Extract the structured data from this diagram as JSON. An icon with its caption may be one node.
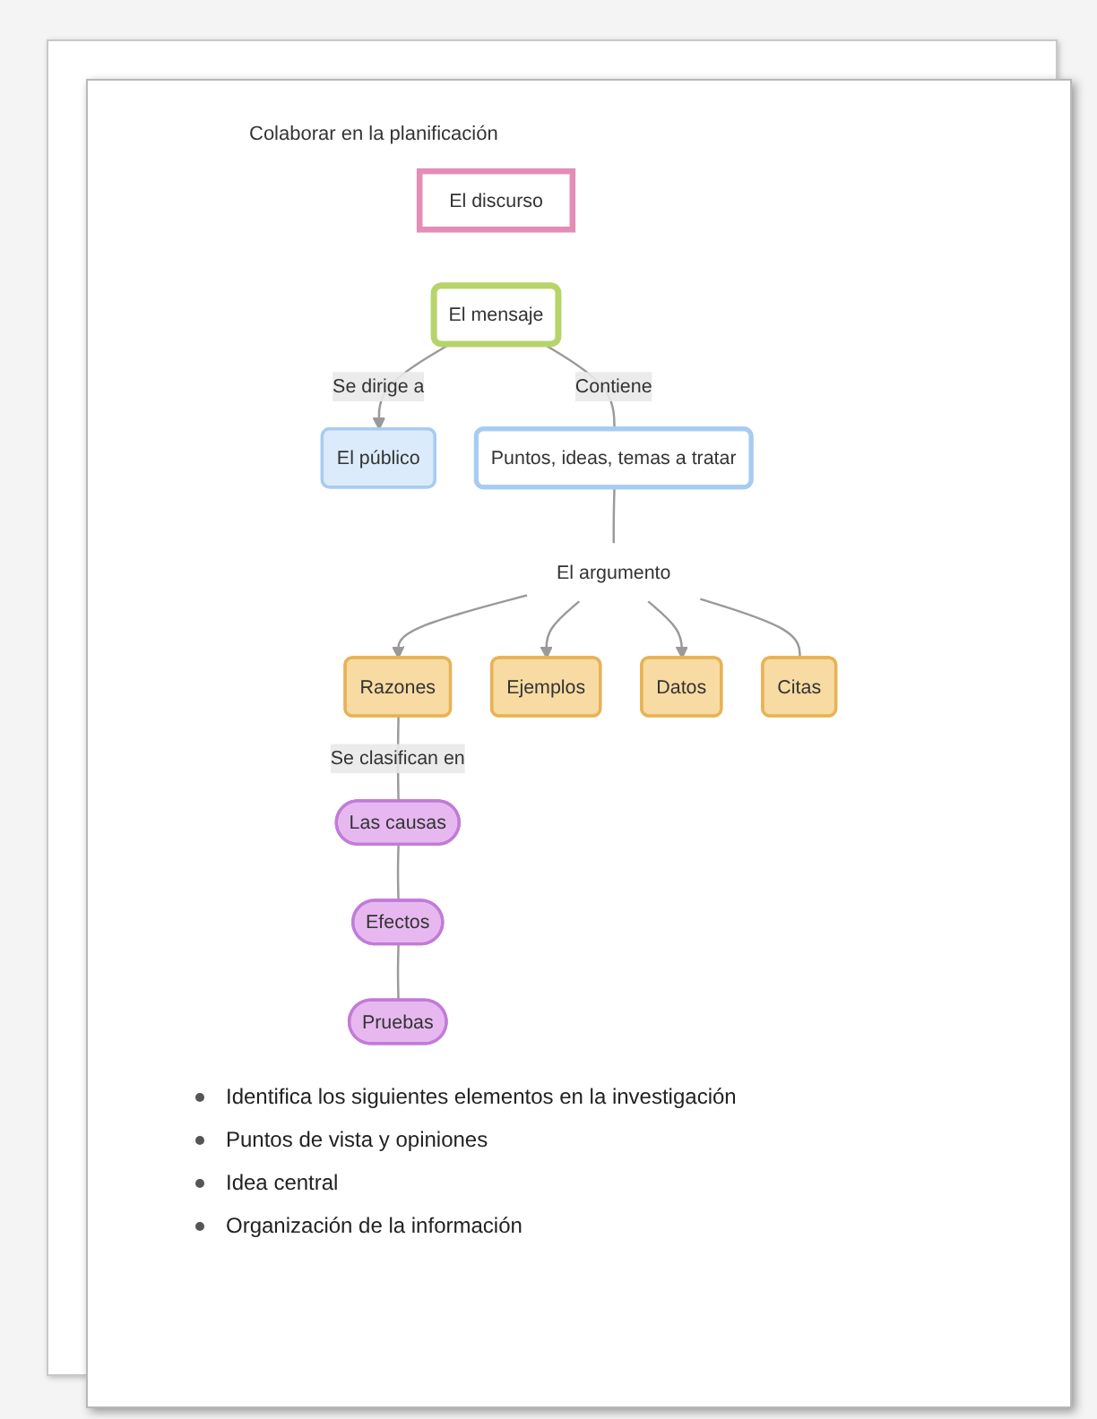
{
  "diagram": {
    "title": "Colaborar en la planificación",
    "nodes": [
      {
        "text": [
          "El discurso"
        ]
      },
      {
        "text": [
          "El mensaje"
        ]
      },
      {
        "text": [
          "El público"
        ]
      },
      {
        "text": [
          "Puntos, ideas, temas a tratar"
        ]
      },
      {
        "text": [
          "El argumento"
        ]
      },
      {
        "text": [
          "Razones"
        ]
      },
      {
        "text": [
          "Las causas"
        ]
      },
      {
        "text": [
          "Efectos"
        ]
      },
      {
        "text": [
          "Pruebas"
        ]
      },
      {
        "text": [
          "Ejemplos"
        ]
      },
      {
        "text": [
          "Datos"
        ]
      },
      {
        "text": [
          "Citas"
        ]
      }
    ],
    "edges": [
      {
        "from": 1,
        "to": 2,
        "arrow": "to",
        "label": "Se dirige a"
      },
      {
        "from": 1,
        "to": 3,
        "arrow": "none",
        "label": "Contiene"
      },
      {
        "from": 3,
        "to": 4,
        "arrow": "none"
      },
      {
        "from": 4,
        "to": 5,
        "arrow": "to"
      },
      {
        "from": 5,
        "to": 6,
        "arrow": "none",
        "label": "Se clasifican en"
      },
      {
        "from": 6,
        "to": 7,
        "arrow": "none"
      },
      {
        "from": 7,
        "to": 8,
        "arrow": "none"
      },
      {
        "from": 4,
        "to": 9,
        "arrow": "to"
      },
      {
        "from": 4,
        "to": 10,
        "arrow": "to"
      },
      {
        "from": 4,
        "to": 11,
        "arrow": "none"
      }
    ],
    "labels": [
      "Identifica los siguientes elementos en la investigación",
      "Puntos de vista y opiniones",
      "Idea central",
      "Organización de la información"
    ]
  }
}
